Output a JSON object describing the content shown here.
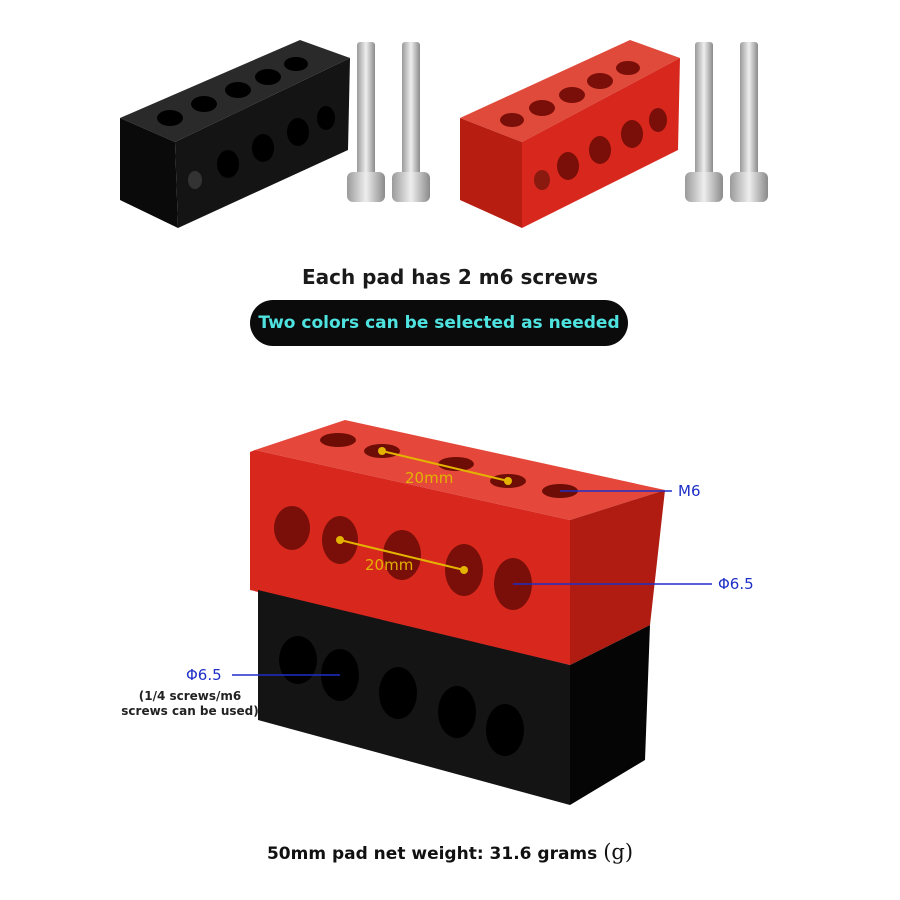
{
  "captions": {
    "screws": "Each pad has 2 m6 screws",
    "colors": "Two colors can be selected as needed"
  },
  "dimensions": {
    "spacing_top": "20mm",
    "spacing_face": "20mm",
    "thread_label": "M6",
    "hole_right": "Φ6.5",
    "hole_left": "Φ6.5",
    "hole_note": "(1/4 screws/m6 screws can be used)"
  },
  "footer": {
    "weight_text": "50mm pad net weight: 31.6 grams",
    "weight_unit": "(g)"
  },
  "colors": {
    "red_block": "#d8281e",
    "black_block": "#121212",
    "dimension_yellow": "#e3b300",
    "callout_blue": "#1e2fc7",
    "pill_text": "#4fe3e0"
  }
}
